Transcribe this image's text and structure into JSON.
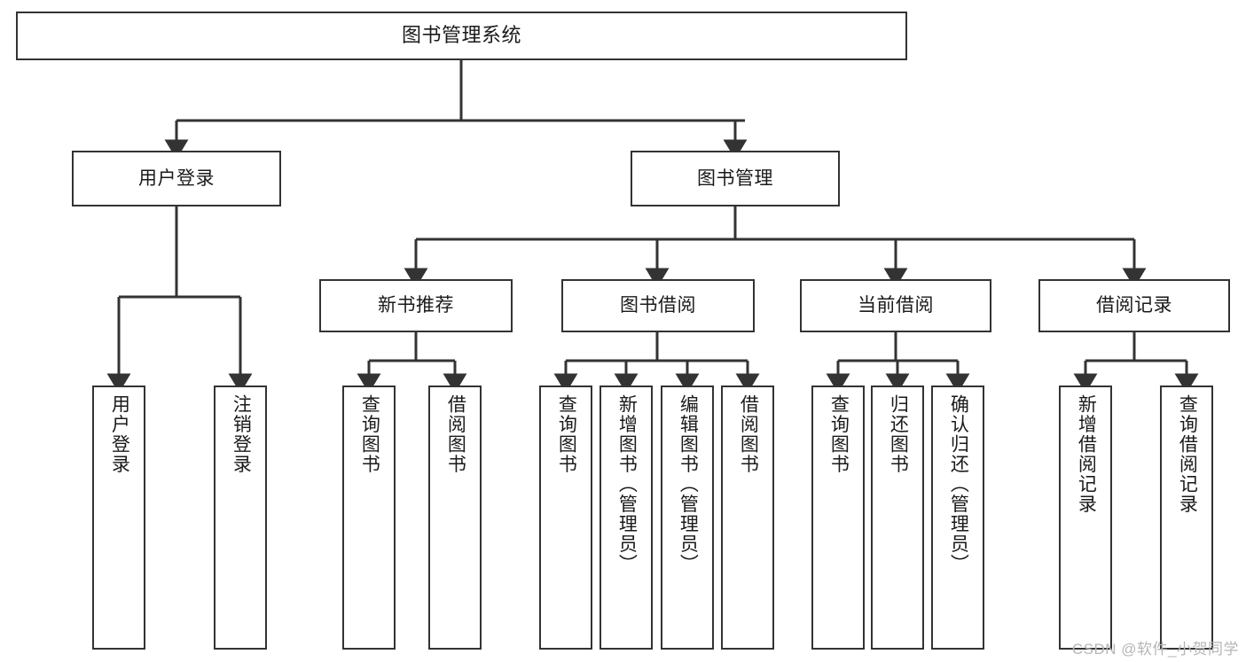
{
  "diagram": {
    "title": "图书管理系统",
    "watermark": "CSDN @软件_小贺同学",
    "line_color": "#333333",
    "box_fill": "#ffffff",
    "text_color": "#1a1a1a",
    "nodes": {
      "root": {
        "label": "图书管理系统"
      },
      "level1": [
        {
          "label": "用户登录"
        },
        {
          "label": "图书管理"
        }
      ],
      "level2": [
        {
          "label": "新书推荐"
        },
        {
          "label": "图书借阅"
        },
        {
          "label": "当前借阅"
        },
        {
          "label": "借阅记录"
        }
      ],
      "leaves": {
        "user_login": [
          {
            "label": "用户登录"
          },
          {
            "label": "注销登录"
          }
        ],
        "new_book_recommend": [
          {
            "label": "查询图书"
          },
          {
            "label": "借阅图书"
          }
        ],
        "book_borrow": [
          {
            "label": "查询图书"
          },
          {
            "label": "新增图书（管理员）"
          },
          {
            "label": "编辑图书（管理员）"
          },
          {
            "label": "借阅图书"
          }
        ],
        "current_borrow": [
          {
            "label": "查询图书"
          },
          {
            "label": "归还图书"
          },
          {
            "label": "确认归还（管理员）"
          }
        ],
        "borrow_record": [
          {
            "label": "新增借阅记录"
          },
          {
            "label": "查询借阅记录"
          }
        ]
      }
    }
  }
}
